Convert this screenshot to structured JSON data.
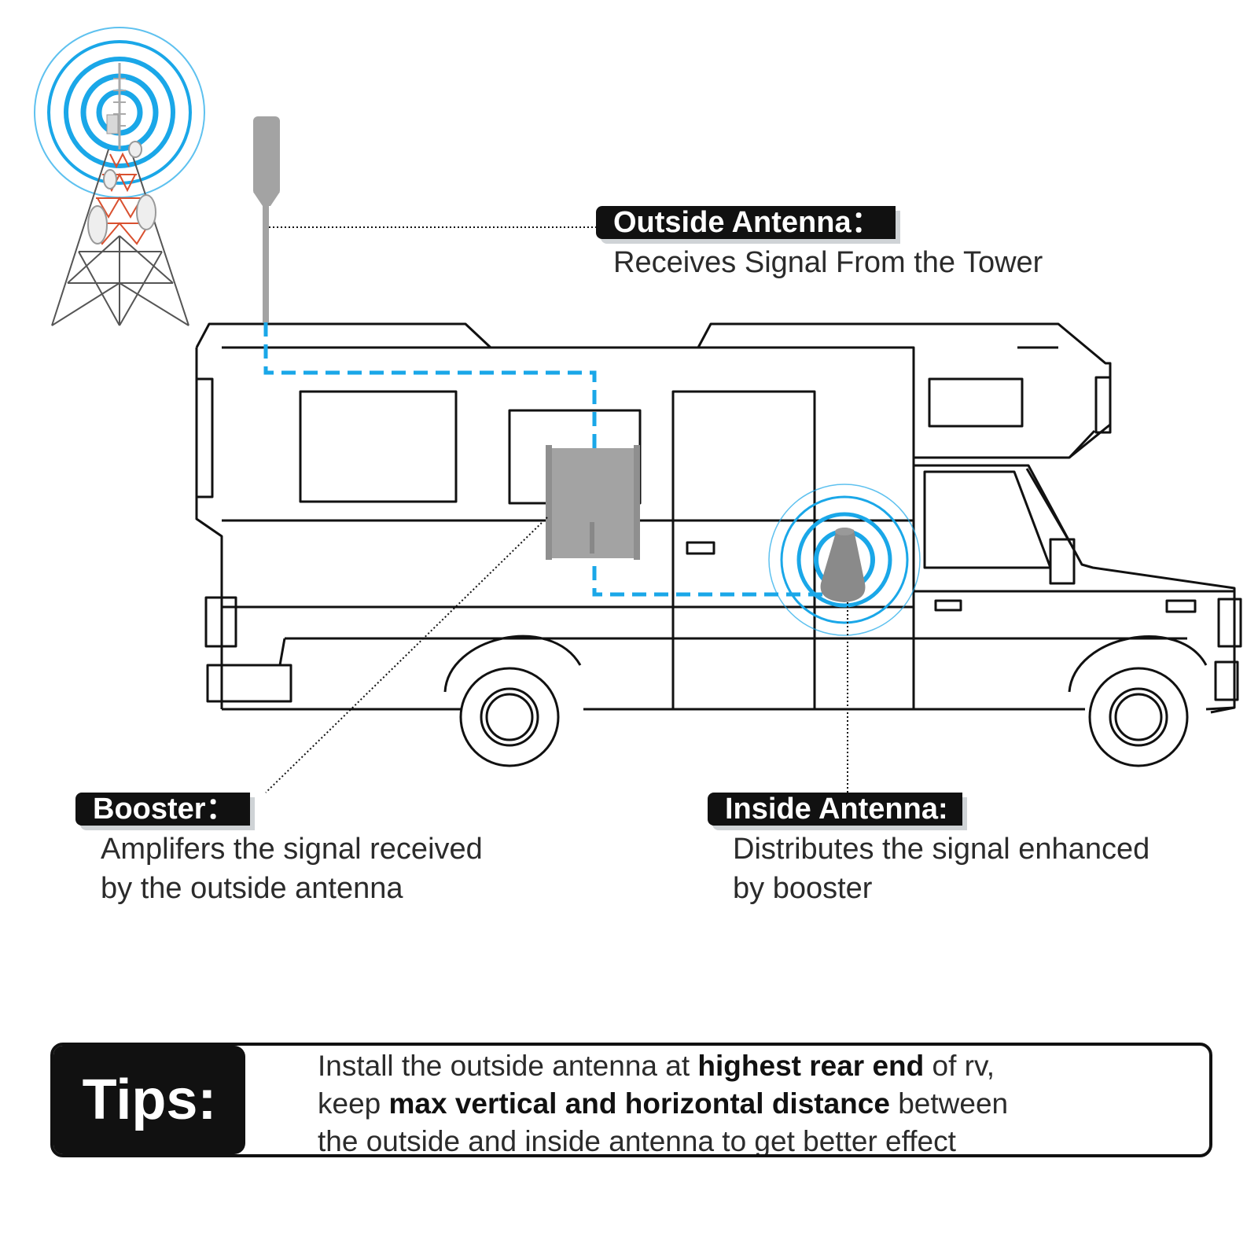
{
  "colors": {
    "signal": "#1aa7e8",
    "cable": "#1aa7e8",
    "device": "#a3a3a3",
    "outline": "#111111",
    "tower_red": "#d9502f"
  },
  "icons": [
    "cell-tower-icon",
    "outside-antenna-icon",
    "booster-icon",
    "inside-antenna-icon",
    "rv-camper-icon"
  ],
  "outside_antenna": {
    "title": "Outside Antenna：",
    "description": "Receives Signal From the Tower"
  },
  "booster": {
    "title": "Booster：",
    "description_line1": "Amplifers the signal received",
    "description_line2": "by the outside antenna"
  },
  "inside_antenna": {
    "title": "Inside Antenna:",
    "description_line1": "Distributes the signal enhanced",
    "description_line2": "by booster"
  },
  "tips": {
    "label": "Tips:",
    "line1_a": "Install the outside antenna at ",
    "line1_bold": "highest rear end",
    "line1_b": " of rv,",
    "line2_a": "keep ",
    "line2_bold": "max vertical and horizontal distance",
    "line2_b": " between",
    "line3": "the outside and inside antenna to get better effect"
  }
}
